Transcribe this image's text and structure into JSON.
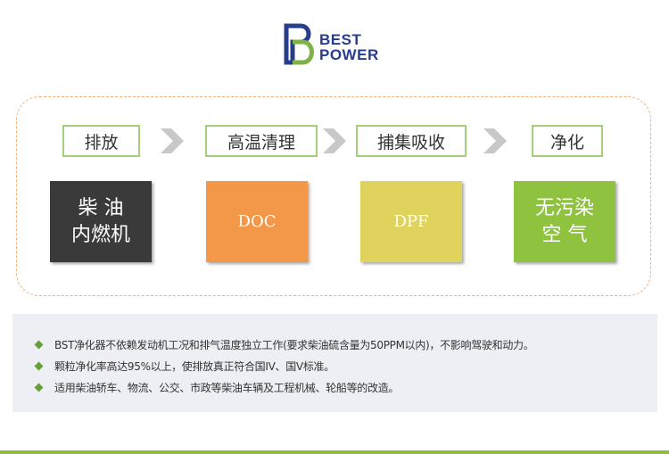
{
  "logo": {
    "line1": "BEST",
    "line2": "POWER"
  },
  "steps": [
    {
      "label": "排放"
    },
    {
      "label": "高温清理"
    },
    {
      "label": "捕集吸收"
    },
    {
      "label": "净化"
    }
  ],
  "boxes": [
    {
      "text": "柴  油\n内燃机",
      "color": "#3a3a3a",
      "text_color": "#ffffff"
    },
    {
      "text": "DOC",
      "color": "#f39748",
      "text_color": "#ffffff"
    },
    {
      "text": "DPF",
      "color": "#e0d35d",
      "text_color": "#ffffff"
    },
    {
      "text": "无污染\n空  气",
      "color": "#8fc33f",
      "text_color": "#ffffff"
    }
  ],
  "bullets": [
    "BST净化器不依赖发动机工况和排气温度独立工作(要求柴油硫含量为50PPM以内)，不影响驾驶和动力。",
    "颗粒净化率高达95%以上，使排放真正符合国IV、国Ⅴ标准。",
    "适用柴油轿车、物流、公交、市政等柴油车辆及工程机械、轮船等的改造。"
  ],
  "colors": {
    "logo_green": "#7cb342",
    "logo_blue": "#263d8c",
    "frame_border": "#f5b07a",
    "label_border": "#a3cf7c",
    "arrow": "#c8c8c8",
    "bullet": "#62a132",
    "bottom_line": "#8dbd3c"
  }
}
